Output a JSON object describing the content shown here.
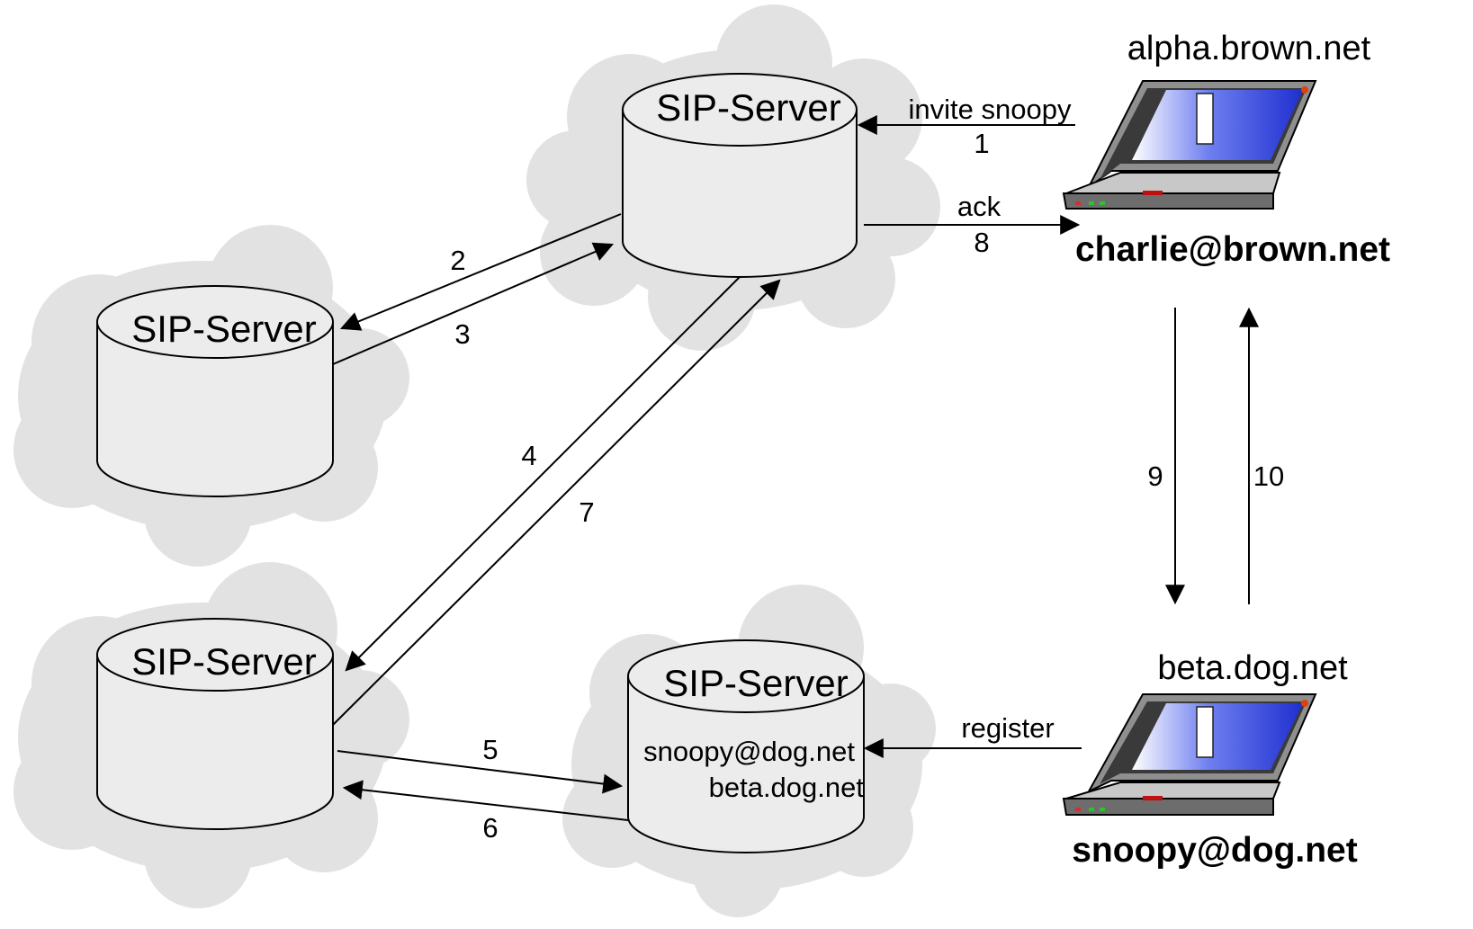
{
  "servers": {
    "top": {
      "label": "SIP-Server"
    },
    "left": {
      "label": "SIP-Server"
    },
    "bottom_left": {
      "label": "SIP-Server"
    },
    "bottom_right": {
      "label": "SIP-Server",
      "line1": "snoopy@dog.net",
      "line2": "beta.dog.net"
    }
  },
  "hosts": {
    "caller": {
      "hostname": "alpha.brown.net",
      "uri": "charlie@brown.net"
    },
    "callee": {
      "hostname": "beta.dog.net",
      "uri": "snoopy@dog.net"
    }
  },
  "messages": {
    "invite": "invite snoopy",
    "ack": "ack",
    "register": "register"
  },
  "steps": [
    "1",
    "2",
    "3",
    "4",
    "5",
    "6",
    "7",
    "8",
    "9",
    "10"
  ],
  "colors": {
    "cloud": "#e2e2e2",
    "cloud_shade": "#d6d6d6",
    "cylinder": "#ececec",
    "stroke": "#000000",
    "screen": "#2a3fd6",
    "laptop_body": "#8f8f8f",
    "laptop_dark": "#3a3a3a"
  }
}
